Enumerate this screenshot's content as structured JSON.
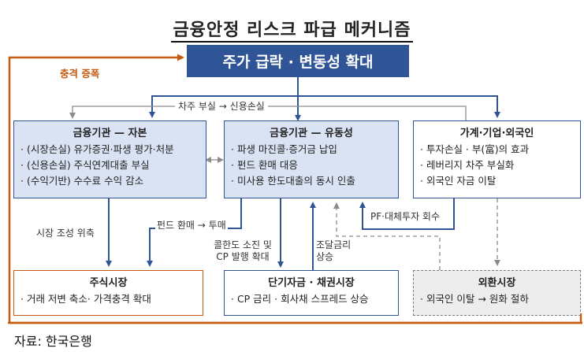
{
  "title": "금융안정 리스크 파급 메커니즘",
  "trigger": "주가 급락 · 변동성 확대",
  "feedback_label": "충격 증폭",
  "boxes": {
    "capital": {
      "header": "금융기관 — 자본",
      "items": [
        "· (시장손실) 유가증권·파생 평가·처분",
        "· (신용손실) 주식연계대출 부실",
        "· (수익기반) 수수료 수익 감소"
      ]
    },
    "liquidity": {
      "header": "금융기관 — 유동성",
      "items": [
        "· 파생 마진콜·증거금 납입",
        "· 펀드 환매 대응",
        "· 미사용 한도대출의 동시 인출"
      ]
    },
    "household": {
      "header": "가계·기업·외국인",
      "items": [
        "· 투자손실 · 부(富)의 효과",
        "· 레버리지 차주 부실화",
        "· 외국인 자금 이탈"
      ]
    },
    "stock_market": {
      "header": "주식시장",
      "items": [
        "· 거래 저변 축소· 가격충격 확대"
      ]
    },
    "short_term": {
      "header": "단기자금 · 채권시장",
      "items": [
        "· CP 금리 · 회사채 스프레드 상승"
      ]
    },
    "fx_market": {
      "header": "외환시장",
      "items": [
        "· 외국인 이탈 → 원화 절하"
      ]
    }
  },
  "labels": {
    "borrower_default": "차주 부실 → 신용손실",
    "market_making": "시장 조성 위축",
    "fund_redemption": "펀드 환매 → 투매",
    "callable_cp": "콜한도 소진 및\nCP 발행 확대",
    "funding_rate": "조달금리\n상승",
    "pf_alt": "PF·대체투자 회수"
  },
  "source": "자료:  한국은행",
  "colors": {
    "navy": "#2f5597",
    "light_blue": "#dae3f3",
    "orange": "#c55a11",
    "gray": "#7f7f7f"
  }
}
